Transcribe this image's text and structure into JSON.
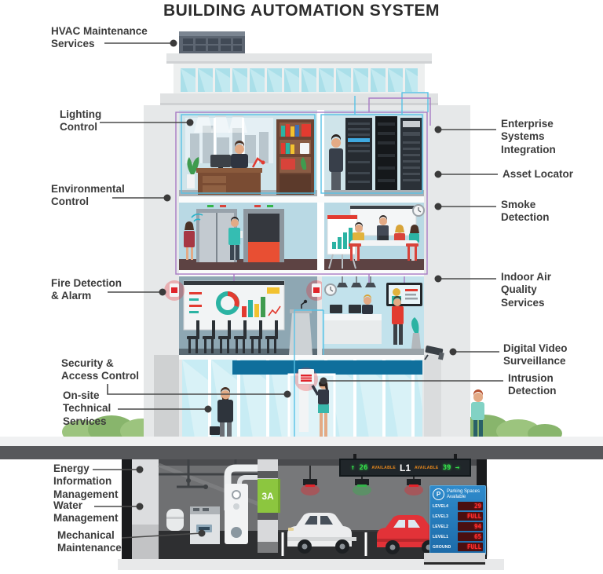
{
  "title": "BUILDING AUTOMATION SYSTEM",
  "callouts": {
    "hvac": "HVAC Maintenance\nServices",
    "lighting": "Lighting\nControl",
    "environmental": "Environmental\nControl",
    "fire": "Fire Detection\n& Alarm",
    "security": "Security &\nAccess Control",
    "onsite": "On-site\nTechnical\nServices",
    "energy": "Energy\nInformation\nManagement",
    "water": "Water\nManagement",
    "mechanical": "Mechanical\nMaintenance",
    "enterprise": "Enterprise\nSystems\nIntegration",
    "asset": "Asset Locator",
    "smoke": "Smoke\nDetection",
    "iaq": "Indoor Air\nQuality\nServices",
    "dvs": "Digital Video\nSurveillance",
    "intrusion": "Intrusion\nDetection"
  },
  "parking_sign": {
    "left": "↑ 26",
    "available": "AVAILABLE",
    "level": "L1",
    "right": "39 →"
  },
  "parking_board": {
    "icon": "P",
    "title": "Parking Spaces\nAvailable",
    "rows": [
      {
        "label": "LEVEL4",
        "value": "29"
      },
      {
        "label": "LEVEL3",
        "value": "FULL"
      },
      {
        "label": "LEVEL2",
        "value": "94"
      },
      {
        "label": "LEVEL1",
        "value": "65"
      },
      {
        "label": "GROUND",
        "value": "FULL"
      }
    ]
  },
  "basement": {
    "pillar_sign": "3A"
  },
  "colors": {
    "wire_purple": "#a87bc4",
    "wire_blue": "#58c2e6",
    "alarm_red": "#e0242b",
    "led_green": "#35e24b",
    "led_red": "#ff2d2d",
    "available_orange": "#e8891d",
    "storefront_teal": "#0f6f9c",
    "parking_board_blue": "#2277bb",
    "ramp_green": "#8cc63f"
  }
}
